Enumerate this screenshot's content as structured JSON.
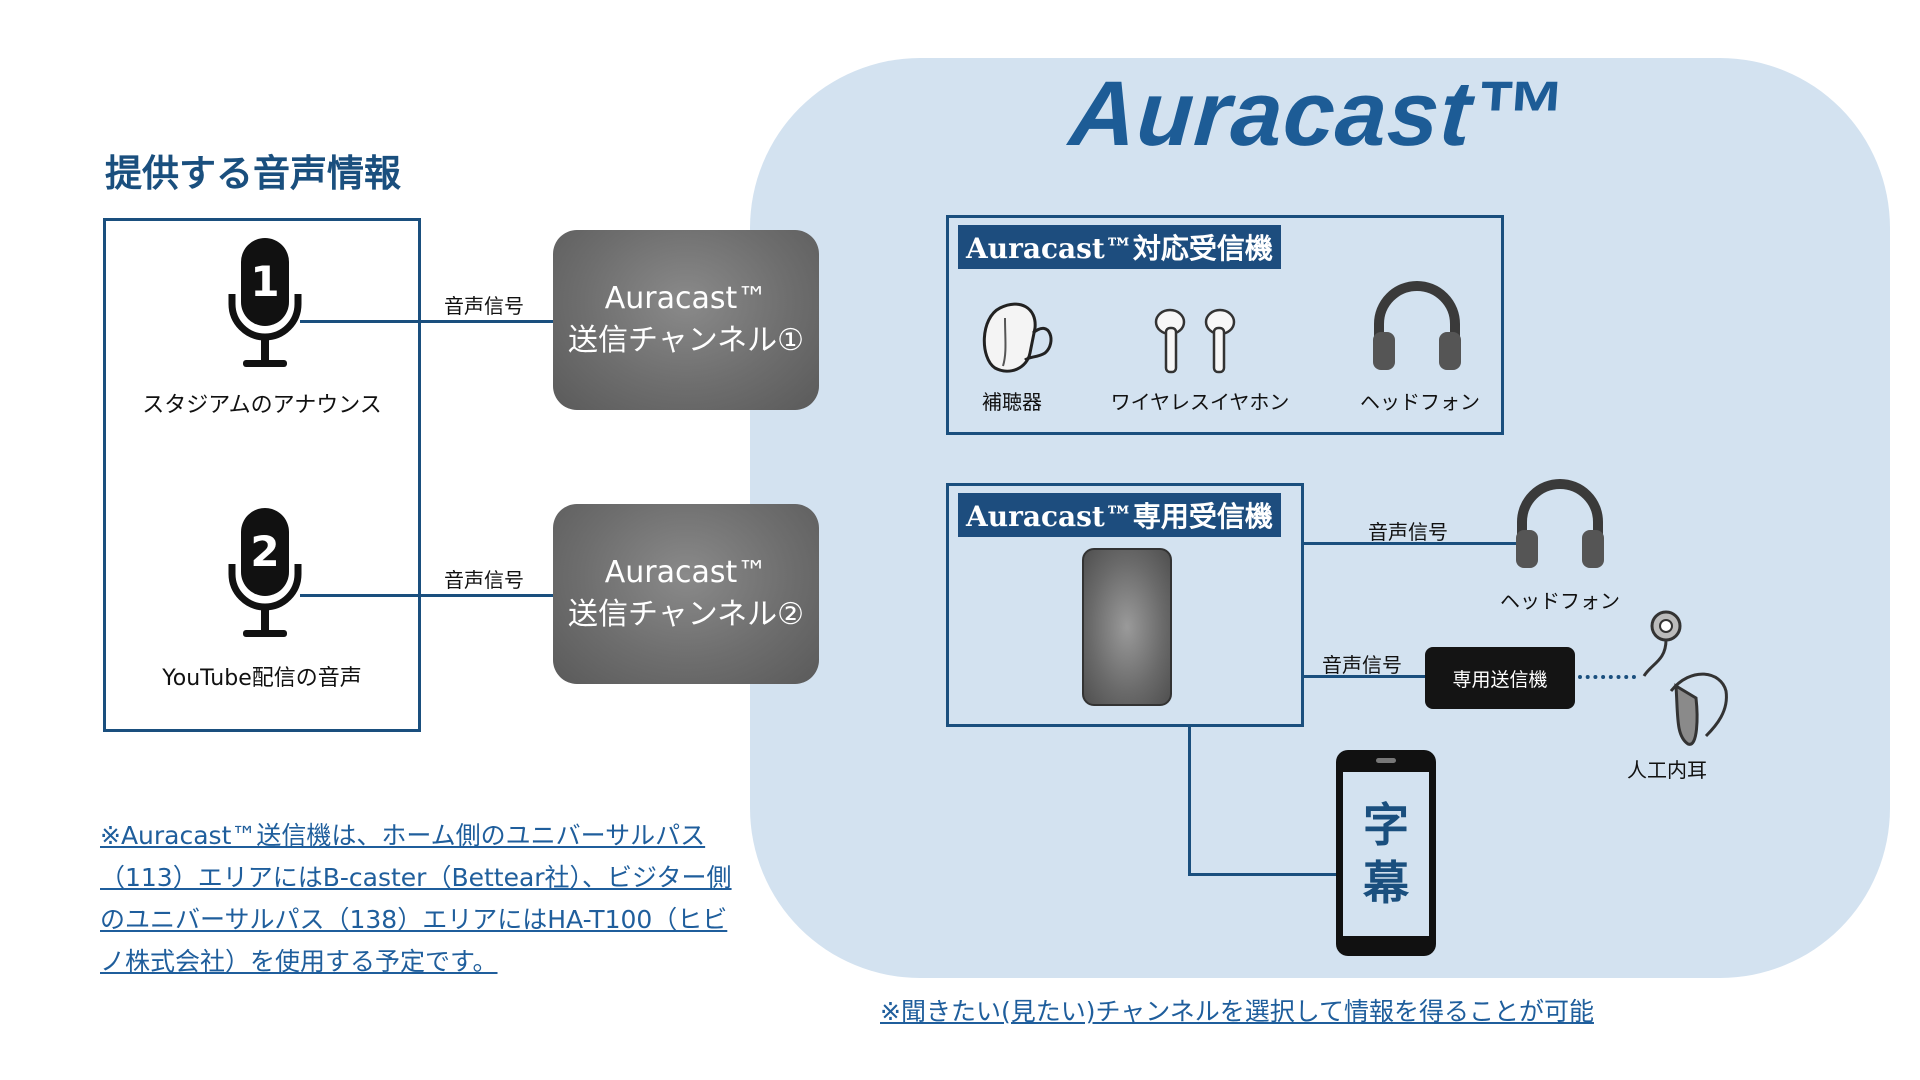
{
  "brand": {
    "title": "Auracast™"
  },
  "sources": {
    "title": "提供する音声情報",
    "items": [
      {
        "badge": "1",
        "label": "スタジアムのアナウンス"
      },
      {
        "badge": "2",
        "label": "YouTube配信の音声"
      }
    ]
  },
  "signal_label": "音声信号",
  "channels": [
    {
      "line1": "Auracast™",
      "line2": "送信チャンネル①"
    },
    {
      "line1": "Auracast™",
      "line2": "送信チャンネル②"
    }
  ],
  "compatible_receiver": {
    "title": "Auracast™対応受信機",
    "devices": [
      {
        "label": "補聴器",
        "icon": "hearing-aid-icon"
      },
      {
        "label": "ワイヤレスイヤホン",
        "icon": "earbuds-icon"
      },
      {
        "label": "ヘッドフォン",
        "icon": "headphones-icon"
      }
    ]
  },
  "dedicated_receiver": {
    "title": "Auracast™専用受信機",
    "headphones_label": "ヘッドフォン",
    "transmitter_label": "専用送信機",
    "cochlear_label": "人工内耳",
    "captions": [
      "字",
      "幕"
    ]
  },
  "notes": {
    "transmitter_note": [
      "※Auracast™送信機は、ホーム側のユニバーサルパス",
      "（113）エリアにはB-caster（Bettear社）、ビジター側",
      "のユニバーサルパス（138）エリアにはHA-T100（ヒビ",
      "ノ株式会社）を使用する予定です。"
    ],
    "channel_note": "※聞きたい(見たい)チャンネルを選択して情報を得ることが可能"
  },
  "colors": {
    "navy": "#1a4f7e",
    "brand_blue": "#1d5c96",
    "blob": "#d3e2f0",
    "link_blue": "#1f5e9c"
  }
}
